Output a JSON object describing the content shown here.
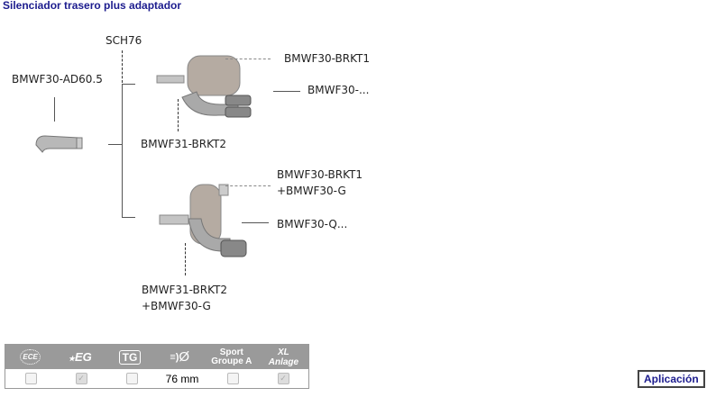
{
  "title": "Silenciador trasero plus adaptador",
  "labels": {
    "sch": "SCH76",
    "adapter": "BMWF30-AD60.5",
    "m1_brkt1": "BMWF30-BRKT1",
    "m1_part": "BMWF30-...",
    "m1_brkt2": "BMWF31-BRKT2",
    "m2_brkt1_a": "BMWF30-BRKT1",
    "m2_brkt1_b": "+BMWF30-G",
    "m2_part": "BMWF30-Q...",
    "m2_brkt2_a": "BMWF31-BRKT2",
    "m2_brkt2_b": "+BMWF30-G"
  },
  "table": {
    "headers": [
      "ECE",
      "EG",
      "TG",
      "Ø",
      "Sport Groupe A",
      "XL Anlage"
    ],
    "diameter": "76 mm",
    "checks": [
      false,
      true,
      false,
      null,
      false,
      true
    ]
  },
  "button": "Aplicación"
}
